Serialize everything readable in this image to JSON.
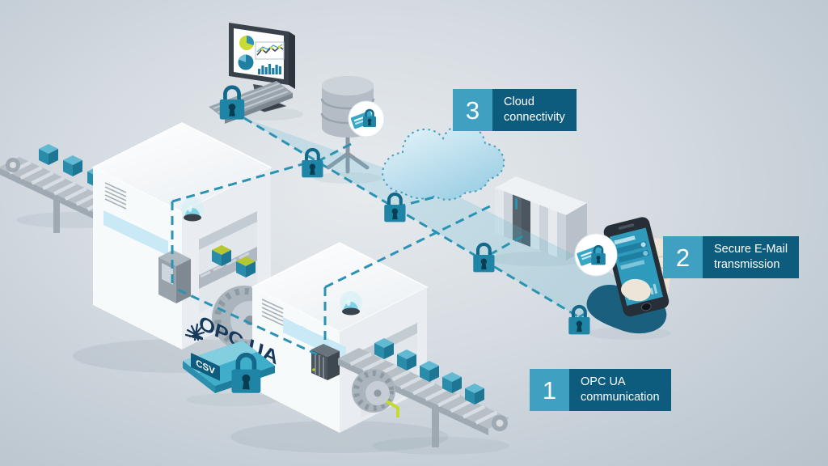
{
  "steps": [
    {
      "number": "1",
      "label": "OPC UA\ncommunication"
    },
    {
      "number": "2",
      "label": "Secure E-Mail\ntransmission"
    },
    {
      "number": "3",
      "label": "Cloud\nconnectivity"
    }
  ],
  "annotations": {
    "opcua_logo": "OPC UA",
    "csv_tag": "CSV"
  },
  "icons": {
    "padlock-icon": "security padlock on dashed data line",
    "cloud-icon": "dotted-outline cloud",
    "database-icon": "gray database cylinder on tripod",
    "monitor-dashboard-icon": "desktop monitor with pie, line and bar charts",
    "keyboard-icon": "isometric keyboard",
    "server-rack-icon": "row of server cabinets",
    "smartphone-hand-icon": "hand holding smartphone with dashboard",
    "email-badge-icon": "white circle with message card and padlock",
    "envelope-icon": "teal envelope with CSV tag",
    "machine-icon": "white production machine with tunnel conveyor",
    "conveyor-icon": "roller conveyor with product boxes",
    "signal-lamp-icon": "cyan machine beacon lamp"
  },
  "colors": {
    "step_number_bg": "#3FA0C2",
    "step_label_bg": "#0D5C7E",
    "dashed_line": "#2A93B4",
    "padlock": "#1F85A6",
    "box_teal": "#2A8CAB",
    "accent_green": "#C6D92F",
    "cloud_fill": "#BBDDEC",
    "logo_navy": "#17395C",
    "background": "#CDD5DB"
  }
}
